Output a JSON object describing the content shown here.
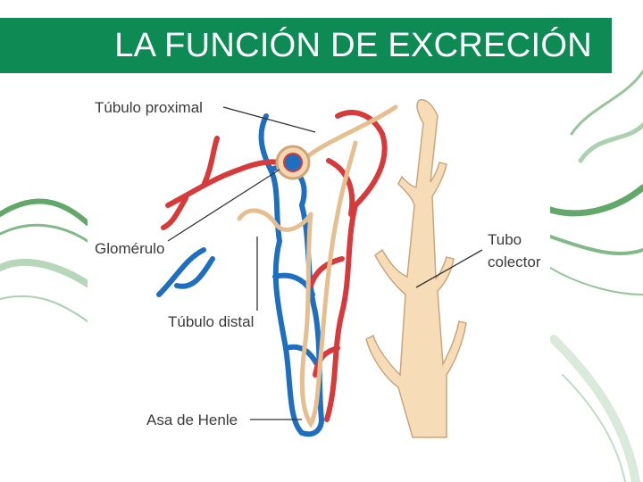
{
  "slide": {
    "title": "LA FUNCIÓN DE EXCRECIÓN"
  },
  "diagram": {
    "labels": {
      "proximal_tubule": "Túbulo proximal",
      "glomerulus": "Glomérulo",
      "distal_tubule": "Túbulo distal",
      "loop_of_henle": "Asa de Henle",
      "collecting_tube_line1": "Tubo",
      "collecting_tube_line2": "colector"
    },
    "colors": {
      "title_bar": "#0e8a55",
      "artery": "#d63a3a",
      "vein": "#1f6fc0",
      "tubule": "#f6d6b0",
      "collecting_tube": "#f7dcb8",
      "swirl": "#2e8b3a"
    }
  }
}
